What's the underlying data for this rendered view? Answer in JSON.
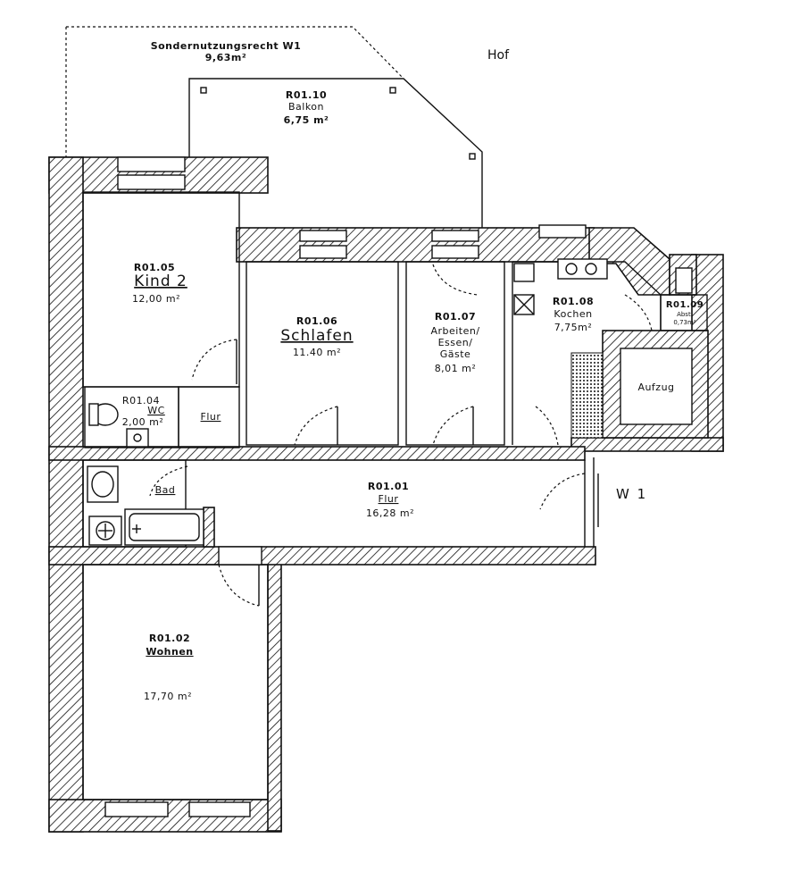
{
  "outdoor": {
    "courtyard": "Hof",
    "usage_right": {
      "label": "Sondernutzungsrecht W1",
      "area": "9,63m²"
    },
    "unit_label": "W 1"
  },
  "rooms": [
    {
      "id": "R01.10",
      "name": "Balkon",
      "area": "6,75 m²"
    },
    {
      "id": "R01.05",
      "name": "Kind 2",
      "area": "12,00 m²"
    },
    {
      "id": "R01.06",
      "name": "Schlafen",
      "area": "11.40 m²"
    },
    {
      "id": "R01.07",
      "name_lines": [
        "Arbeiten/",
        "Essen/",
        "Gäste"
      ],
      "area": "8,01 m²"
    },
    {
      "id": "R01.08",
      "name": "Kochen",
      "area": "7,75m²"
    },
    {
      "id": "R01.09",
      "name": "Abst.",
      "area": "0,73m²"
    },
    {
      "id": "R01.04",
      "name": "WC",
      "area": "2,00 m²"
    },
    {
      "id": "R01.01",
      "name": "Flur",
      "area": "16,28 m²"
    },
    {
      "id": "R01.02",
      "name": "Wohnen",
      "area": "17,70 m²"
    }
  ],
  "labels": {
    "hall_small": "Flur",
    "bath": "Bad",
    "elevator": "Aufzug"
  }
}
